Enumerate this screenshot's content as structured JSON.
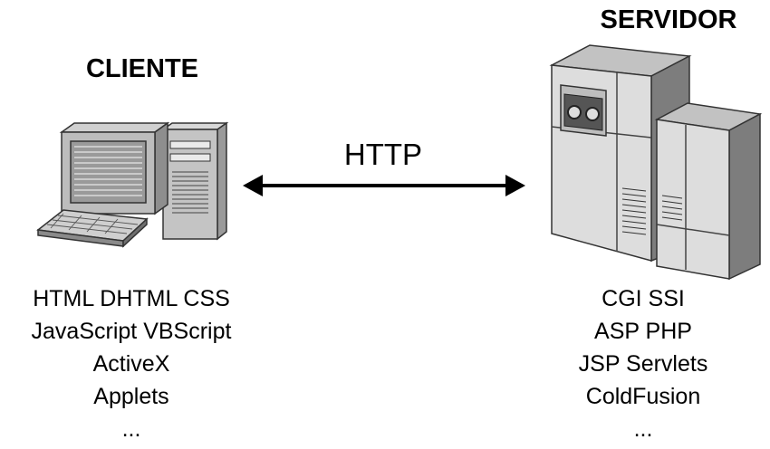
{
  "client": {
    "title": "CLIENTE",
    "technologies": [
      "HTML  DHTML  CSS",
      "JavaScript  VBScript",
      "ActiveX",
      "Applets",
      "..."
    ]
  },
  "server": {
    "title": "SERVIDOR",
    "technologies": [
      "CGI  SSI",
      "ASP  PHP",
      "JSP  Servlets",
      "ColdFusion",
      "..."
    ]
  },
  "protocol": {
    "label": "HTTP"
  }
}
